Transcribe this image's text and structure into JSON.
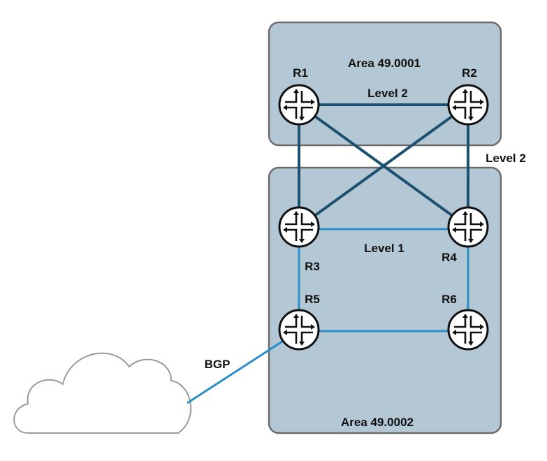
{
  "areas": [
    {
      "label": "Area 49.0001"
    },
    {
      "label": "Area 49.0002"
    }
  ],
  "routers": [
    "R1",
    "R2",
    "R3",
    "R4",
    "R5",
    "R6"
  ],
  "links": {
    "level2_top": "Level 2",
    "level2_right": "Level 2",
    "level1": "Level 1",
    "bgp": "BGP"
  },
  "colors": {
    "area_fill": "#b4c7d4",
    "area_border": "#6b6b6b",
    "level2_link": "#1d4f6e",
    "level1_link": "#2b8fc7",
    "cloud_border": "#9a9a9a"
  }
}
